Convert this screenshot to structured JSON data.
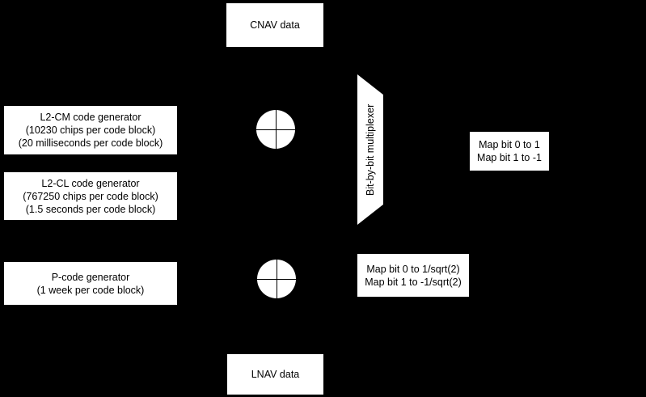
{
  "diagram": {
    "title": "GPS L2 civil and precision signal generation block diagram",
    "background_color": "#000000",
    "box_fill_color": "#ffffff",
    "text_color": "#000000"
  },
  "blocks": {
    "cnav_data": {
      "label": "CNAV data",
      "lines": [
        "CNAV data"
      ]
    },
    "lnav_data": {
      "label": "LNAV data",
      "lines": [
        "LNAV data"
      ]
    },
    "l2cm_generator": {
      "lines": [
        "L2-CM code generator",
        "(10230 chips per code block)",
        "(20 milliseconds per code block)"
      ]
    },
    "l2cl_generator": {
      "lines": [
        "L2-CL code generator",
        "(767250 chips per code block)",
        "(1.5 seconds per code block)"
      ]
    },
    "pcode_generator": {
      "lines": [
        "P-code generator",
        "(1 week per code block)"
      ]
    },
    "multiplexer": {
      "label": "Bit-by-bit multiplexer"
    },
    "map_binary": {
      "lines": [
        "Map bit 0 to 1",
        "Map bit 1 to -1"
      ]
    },
    "map_sqrt": {
      "lines": [
        "Map bit 0 to 1/sqrt(2)",
        "Map bit 1 to -1/sqrt(2)"
      ]
    },
    "xor_upper": {
      "symbol": "xor-modulo-2-adder"
    },
    "xor_lower": {
      "symbol": "xor-modulo-2-adder"
    }
  }
}
